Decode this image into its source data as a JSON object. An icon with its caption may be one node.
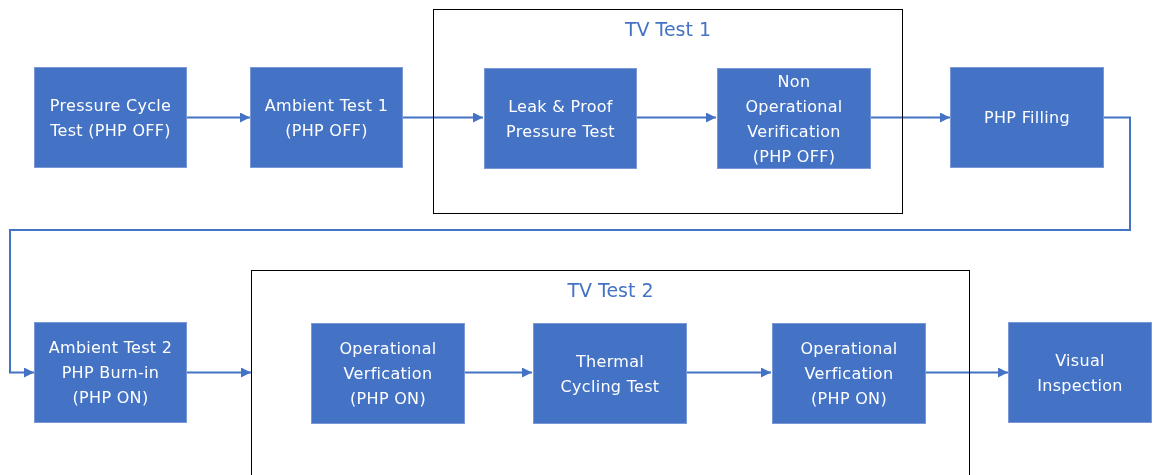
{
  "diagram": {
    "nodes": [
      {
        "text": [
          "Pressure Cycle Test (PHP OFF)"
        ]
      },
      {
        "text": [
          "Ambient Test 1 (PHP OFF)"
        ]
      },
      {
        "text": [
          "TV Test 1"
        ]
      },
      {
        "text": [
          "Leak & Proof Pressure Test"
        ],
        "in": 2
      },
      {
        "text": [
          "Non Operational Verification (PHP OFF)"
        ],
        "in": 2
      },
      {
        "text": [
          "PHP Filling"
        ]
      },
      {
        "text": [
          "Ambient Test 2 PHP Burn-in (PHP ON)"
        ]
      },
      {
        "text": [
          "TV Test 2"
        ]
      },
      {
        "text": [
          "Operational Verfication (PHP ON)"
        ],
        "in": 7
      },
      {
        "text": [
          "Thermal Cycling Test"
        ],
        "in": 7
      },
      {
        "text": [
          "Operational Verfication (PHP ON)"
        ],
        "in": 7
      },
      {
        "text": [
          "Visual Inspection"
        ]
      }
    ],
    "edges": [
      {
        "from": 0,
        "to": 1,
        "arrow": "to"
      },
      {
        "from": 1,
        "to": 3,
        "arrow": "to"
      },
      {
        "from": 3,
        "to": 4,
        "arrow": "to"
      },
      {
        "from": 4,
        "to": 5,
        "arrow": "to"
      },
      {
        "from": 5,
        "to": 6,
        "arrow": "to"
      },
      {
        "from": 6,
        "to": 7,
        "arrow": "to"
      },
      {
        "from": 8,
        "to": 9,
        "arrow": "to"
      },
      {
        "from": 9,
        "to": 10,
        "arrow": "to"
      },
      {
        "from": 10,
        "to": 11,
        "arrow": "to"
      }
    ]
  }
}
